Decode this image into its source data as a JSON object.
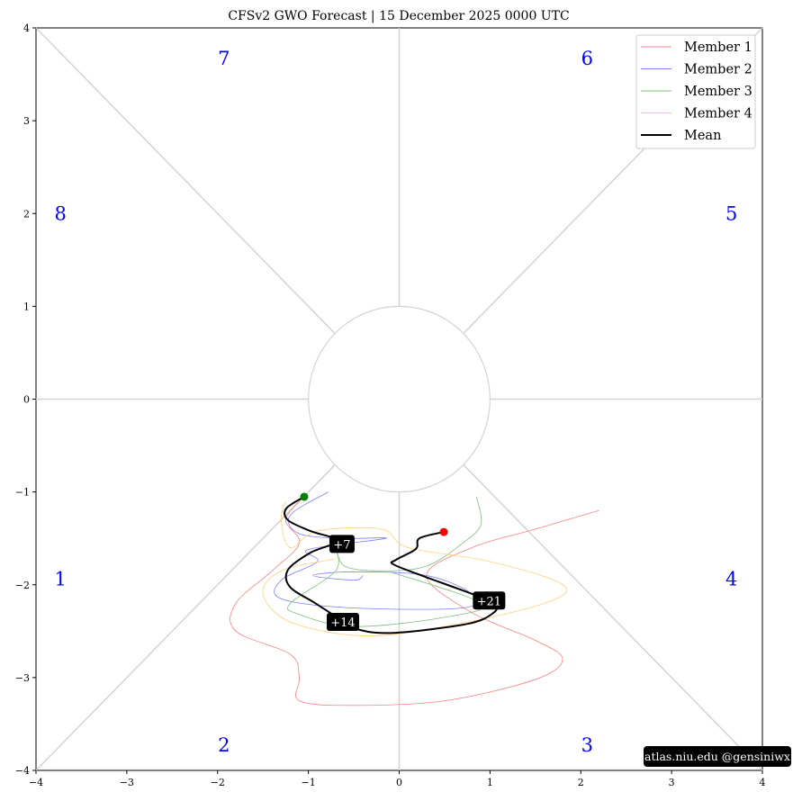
{
  "chart_data": {
    "type": "line",
    "title": "CFSv2 GWO Forecast   |   15  December  2025 0000 UTC",
    "xlim": [
      -4,
      4
    ],
    "ylim": [
      -4,
      4
    ],
    "xticks": [
      "−4",
      "−3",
      "−2",
      "−1",
      "0",
      "1",
      "2",
      "3",
      "4"
    ],
    "yticks": [
      "−4",
      "−3",
      "−2",
      "−1",
      "0",
      "1",
      "2",
      "3",
      "4"
    ],
    "phase_labels": [
      "1",
      "2",
      "3",
      "4",
      "5",
      "6",
      "7",
      "8"
    ],
    "legend": {
      "placement": "top-right",
      "entries": [
        "Member 1",
        "Member 2",
        "Member 3",
        "Member 4",
        "Mean"
      ]
    },
    "colors": {
      "Member 1": "#ff8080",
      "Member 2": "#8080ff",
      "Member 3": "#80c080",
      "Member 4": "#ffd080",
      "Mean": "#000000",
      "start": "#008000",
      "end": "#ff0000",
      "phase": "#0000ff",
      "grid": "#d3d3d3"
    },
    "series": [
      {
        "name": "Member 1",
        "points": [
          [
            -1.05,
            -1.05
          ],
          [
            -1.25,
            -1.3
          ],
          [
            -1.1,
            -1.55
          ],
          [
            -1.4,
            -1.85
          ],
          [
            -1.8,
            -2.2
          ],
          [
            -1.8,
            -2.5
          ],
          [
            -1.2,
            -2.75
          ],
          [
            -1.1,
            -3.0
          ],
          [
            -1.1,
            -3.25
          ],
          [
            -0.5,
            -3.3
          ],
          [
            0.5,
            -3.25
          ],
          [
            1.5,
            -3.02
          ],
          [
            1.8,
            -2.8
          ],
          [
            1.5,
            -2.6
          ],
          [
            0.8,
            -2.3
          ],
          [
            0.3,
            -1.9
          ],
          [
            0.8,
            -1.6
          ],
          [
            1.5,
            -1.4
          ],
          [
            2.2,
            -1.2
          ]
        ]
      },
      {
        "name": "Member 2",
        "points": [
          [
            -0.78,
            -1.0
          ],
          [
            -1.2,
            -1.25
          ],
          [
            -1.1,
            -1.45
          ],
          [
            -0.6,
            -1.5
          ],
          [
            -0.15,
            -1.5
          ],
          [
            -1.0,
            -1.62
          ],
          [
            -0.9,
            -1.75
          ],
          [
            -1.3,
            -1.95
          ],
          [
            -1.3,
            -2.15
          ],
          [
            -0.5,
            -2.25
          ],
          [
            0.7,
            -2.25
          ],
          [
            0.8,
            -2.1
          ],
          [
            0.3,
            -1.9
          ],
          [
            -0.5,
            -1.86
          ],
          [
            -0.95,
            -1.9
          ],
          [
            -0.5,
            -1.95
          ],
          [
            -0.4,
            -1.9
          ]
        ]
      },
      {
        "name": "Member 3",
        "points": [
          [
            0.85,
            -1.05
          ],
          [
            0.9,
            -1.35
          ],
          [
            0.7,
            -1.55
          ],
          [
            0.3,
            -1.8
          ],
          [
            -0.2,
            -1.85
          ],
          [
            -0.6,
            -1.8
          ],
          [
            -0.7,
            -1.6
          ],
          [
            -0.7,
            -1.85
          ],
          [
            -1.2,
            -2.2
          ],
          [
            -1.1,
            -2.32
          ],
          [
            -0.5,
            -2.45
          ],
          [
            0.5,
            -2.35
          ],
          [
            0.9,
            -2.2
          ],
          [
            -0.1,
            -1.86
          ]
        ]
      },
      {
        "name": "Member 4",
        "points": [
          [
            -1.25,
            -1.1
          ],
          [
            -1.3,
            -1.3
          ],
          [
            -1.2,
            -1.6
          ],
          [
            -0.9,
            -1.42
          ],
          [
            -0.2,
            -1.4
          ],
          [
            0.1,
            -1.6
          ],
          [
            1.0,
            -1.75
          ],
          [
            1.8,
            -2.0
          ],
          [
            1.6,
            -2.2
          ],
          [
            0.5,
            -2.45
          ],
          [
            -0.4,
            -2.55
          ],
          [
            -1.2,
            -2.4
          ],
          [
            -1.5,
            -2.1
          ],
          [
            -1.3,
            -1.85
          ],
          [
            -0.7,
            -1.72
          ]
        ]
      },
      {
        "name": "Mean",
        "points": [
          [
            -1.046,
            -1.052
          ],
          [
            -1.244,
            -1.178
          ],
          [
            -1.224,
            -1.305
          ],
          [
            -0.976,
            -1.421
          ],
          [
            -0.679,
            -1.527
          ],
          [
            -0.976,
            -1.653
          ],
          [
            -1.224,
            -1.838
          ],
          [
            -1.204,
            -2.022
          ],
          [
            -0.927,
            -2.197
          ],
          [
            -0.649,
            -2.371
          ],
          [
            -0.431,
            -2.487
          ],
          [
            -0.035,
            -2.517
          ],
          [
            0.758,
            -2.42
          ],
          [
            1.036,
            -2.304
          ],
          [
            1.055,
            -2.216
          ],
          [
            0.857,
            -2.119
          ],
          [
            0.263,
            -1.906
          ],
          [
            -0.064,
            -1.78
          ],
          [
            -0.035,
            -1.731
          ],
          [
            0.183,
            -1.615
          ],
          [
            0.223,
            -1.499
          ],
          [
            0.491,
            -1.431
          ]
        ]
      }
    ],
    "start_point": [
      -1.046,
      -1.052
    ],
    "end_point": [
      0.491,
      -1.431
    ],
    "day_markers": [
      {
        "label": "+7",
        "point": [
          -0.63,
          -1.56
        ]
      },
      {
        "label": "+14",
        "point": [
          -0.62,
          -2.4
        ]
      },
      {
        "label": "+21",
        "point": [
          0.99,
          -2.17
        ]
      }
    ]
  },
  "watermark": "atlas.niu.edu  @gensiniwx"
}
